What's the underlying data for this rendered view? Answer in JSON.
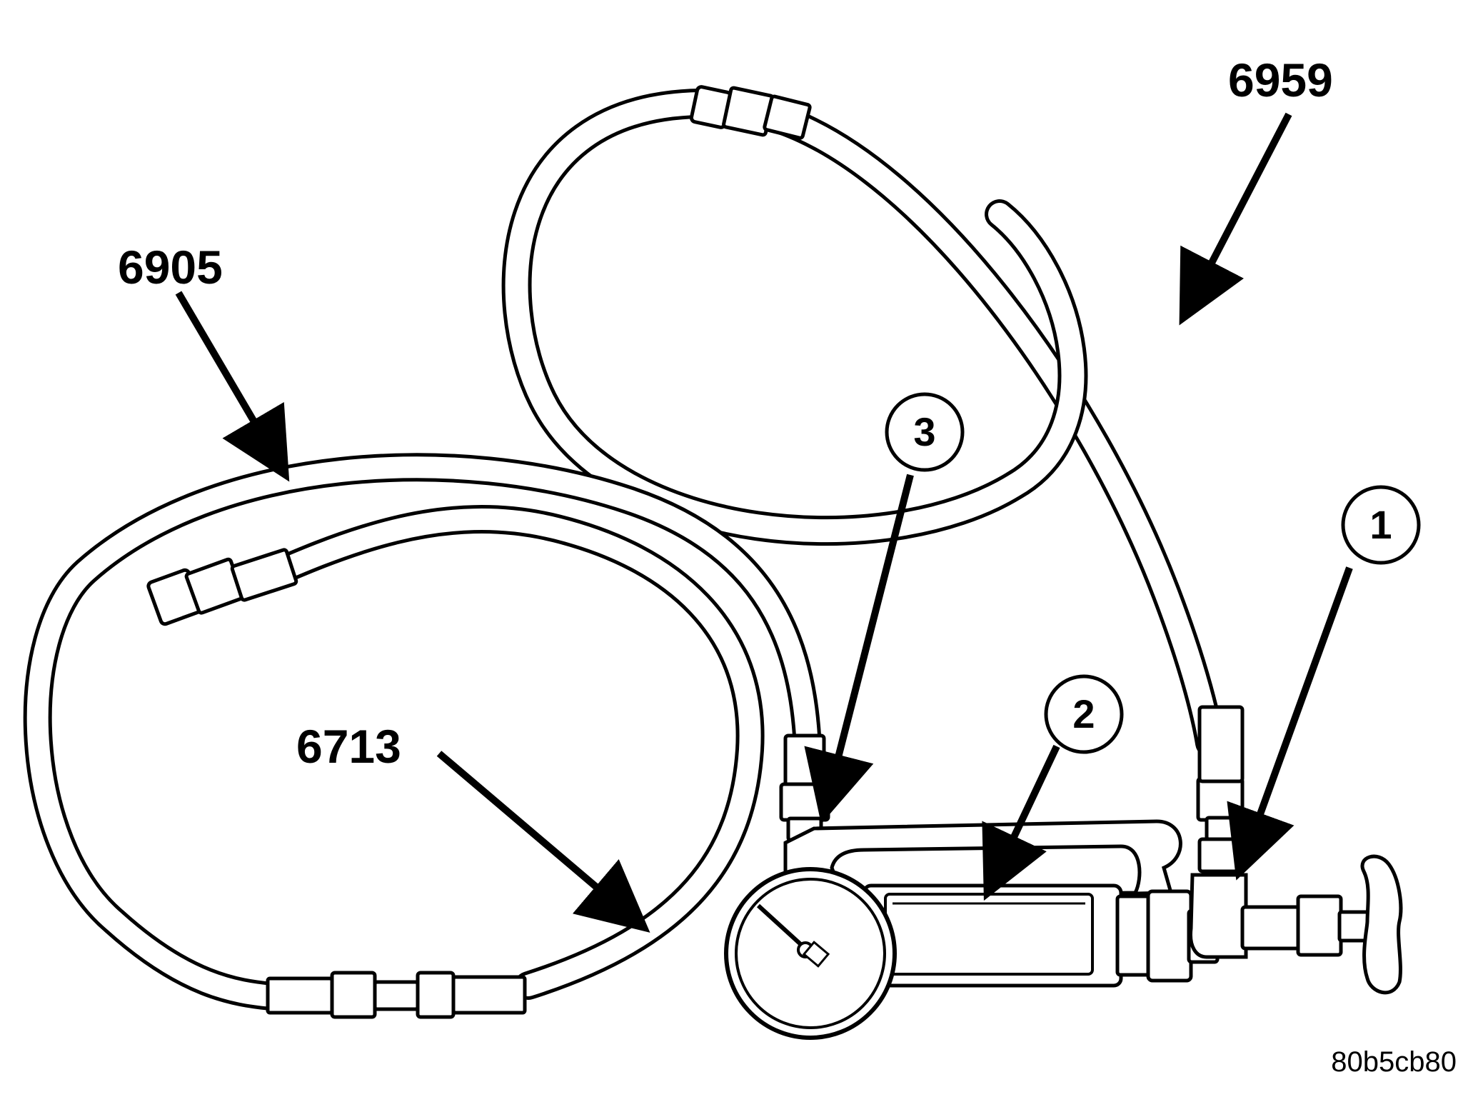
{
  "part_labels": {
    "hose_6959": "6959",
    "hose_6905": "6905",
    "hose_6713": "6713"
  },
  "callouts": {
    "c1": "1",
    "c2": "2",
    "c3": "3"
  },
  "figure_id": "80b5cb80"
}
